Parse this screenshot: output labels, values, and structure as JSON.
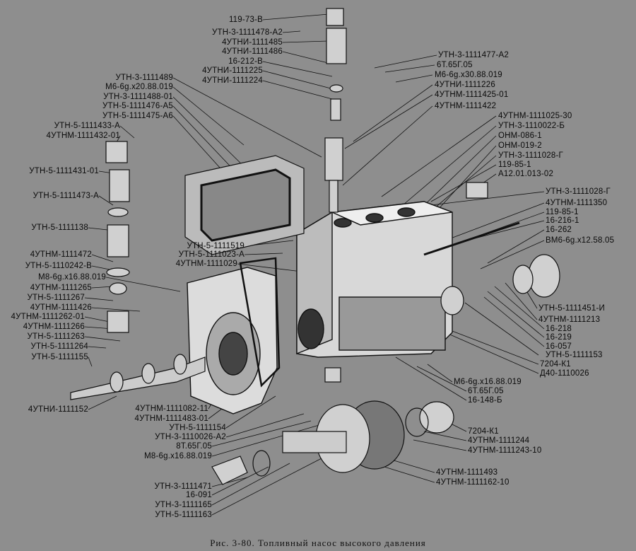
{
  "labels_left": [
    "119-73-В",
    "УТН-3-1111478-А2",
    "4УТНИ-1111485",
    "4УТНИ-1111486",
    "16-212-В",
    "4УТНИ-1111225",
    "4УТНИ-1111224",
    "УТН-3-1111489",
    "М6-6g.x20.88.019",
    "УТН-3-1111488-01",
    "УТН-5-1111476-А5",
    "УТН-5-1111475-А6",
    "УТН-5-1111433-А",
    "4УТНМ-1111432-01",
    "УТН-5-1111431-01",
    "УТН-5-1111473-А",
    "УТН-5-1111138",
    "4УТНМ-1111472",
    "УТН-5-1110242-В",
    "М8-6g.x16.88.019",
    "4УТНМ-1111265",
    "УТН-5-1111267",
    "4УТНМ-1111426",
    "4УТНМ-1111262-01",
    "4УТНМ-1111266",
    "УТН-5-1111263",
    "УТН-5-1111264",
    "УТН-5-1111155",
    "4УТНИ-1111152",
    "УТН-5-1111519",
    "УТН-5-1111023-А",
    "4УТНМ-1111029"
  ],
  "labels_right": [
    "УТН-3-1111477-А2",
    "6Т.65Г.05",
    "М6-6g.x30.88.019",
    "4УТНИ-1111226",
    "4УТНМ-1111425-01",
    "4УТНМ-1111422",
    "4УТНМ-1111025-30",
    "УТН-3-1110022-Б",
    "ОНМ-086-1",
    "ОНМ-019-2",
    "УТН-3-1111028-Г",
    "119-85-1",
    "А12.01.013-02",
    "УТН-3-1111028-Г",
    "4УТНМ-1111350",
    "119-85-1",
    "16-216-1",
    "16-262",
    "ВМ6-6g.x12.58.05",
    "УТН-5-1111451-И",
    "4УТНМ-1111213",
    "16-218",
    "16-219",
    "16-057",
    "УТН-5-1111153",
    "7204-К1",
    "Д40-1110026",
    "М6-6g.x16.88.019",
    "6Т.65Г.05",
    "16-148-Б",
    "7204-К1",
    "4УТНМ-1111244",
    "4УТНМ-1111243-10",
    "4УТНМ-1111493",
    "4УТНМ-1111162-10"
  ],
  "labels_bottom": [
    "4УТНМ-1111082-11",
    "4УТНМ-1111483-01",
    "УТН-5-1111154",
    "УТН-3-1110026-А2",
    "8Т.65Г.05",
    "М8-6g.x16.88.019",
    "УТН-3-1111471",
    "16-091",
    "УТН-3-1111165",
    "УТН-5-1111163"
  ],
  "caption": "Рис. 3-80. Топливный насос высокого давления"
}
